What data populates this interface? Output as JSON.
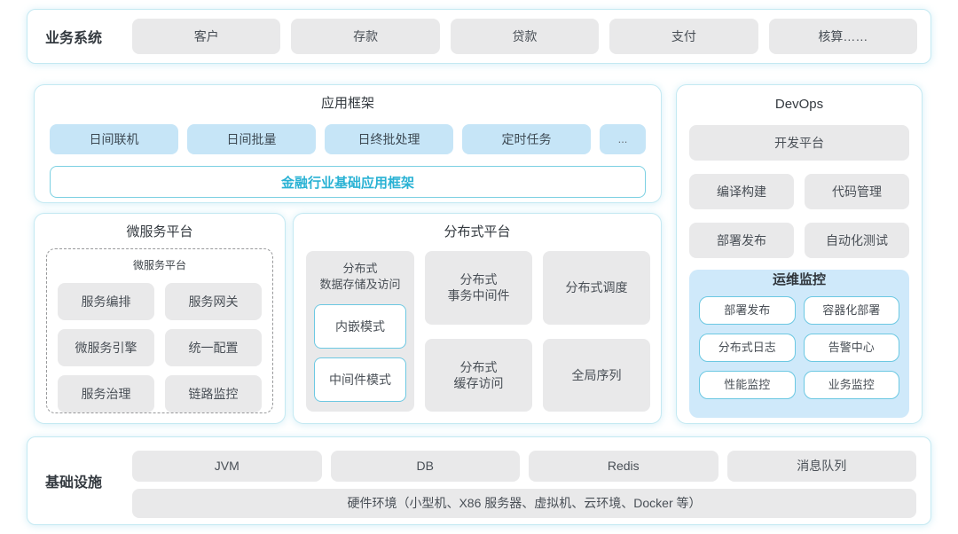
{
  "colors": {
    "panel_border": "#c4e9f2",
    "chip_gray": "#e9e9ea",
    "chip_blue": "#c6e5f7",
    "ops_panel_blue": "#cfe9fa",
    "accent_cyan": "#29b2d4",
    "cyan_box_border": "#6cc8e2",
    "text_dark": "#454b52"
  },
  "top_bar": {
    "label": "业务系统",
    "items": [
      "客户",
      "存款",
      "贷款",
      "支付",
      "核算……"
    ]
  },
  "app_framework": {
    "title": "应用框架",
    "items": [
      "日间联机",
      "日间批量",
      "日终批处理",
      "定时任务",
      "..."
    ],
    "base_framework": "金融行业基础应用框架"
  },
  "microservice_platform": {
    "title": "微服务平台",
    "inner_title": "微服务平台",
    "items": [
      "服务编排",
      "服务网关",
      "微服务引擎",
      "统一配置",
      "服务治理",
      "链路监控"
    ]
  },
  "distributed_platform": {
    "title": "分布式平台",
    "storage": {
      "title": "分布式\n数据存储及访问",
      "modes": [
        "内嵌模式",
        "中间件模式"
      ]
    },
    "cells": [
      "分布式\n事务中间件",
      "分布式调度",
      "分布式\n缓存访问",
      "全局序列"
    ]
  },
  "devops": {
    "title": "DevOps",
    "dev_platform": "开发平台",
    "tools": [
      "编译构建",
      "代码管理",
      "部署发布",
      "自动化测试"
    ],
    "ops_monitor": {
      "title": "运维监控",
      "items": [
        "部署发布",
        "容器化部署",
        "分布式日志",
        "告警中心",
        "性能监控",
        "业务监控"
      ]
    }
  },
  "infrastructure": {
    "label": "基础设施",
    "items": [
      "JVM",
      "DB",
      "Redis",
      "消息队列"
    ],
    "hardware": "硬件环境（小型机、X86 服务器、虚拟机、云环境、Docker 等）"
  }
}
